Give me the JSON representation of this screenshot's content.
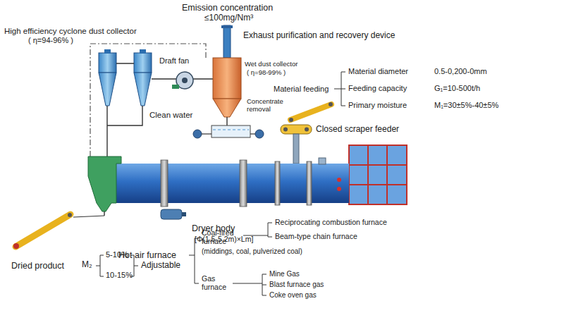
{
  "diagram": {
    "labels": [
      "Emission concentration",
      "≤100mg/Nm³",
      "High efficiency cyclone dust collector",
      "( η=94-96% )",
      "Exhaust purification and recovery device",
      "Draft fan",
      "Wet dust collector",
      "( η=98-99% )",
      "Material diameter",
      "0.5-0,200-0mm",
      "Material feeding",
      "Feeding capacity",
      "G₁=10-500t/h",
      "Primary moisture",
      "M₁=30±5%-40±5%",
      "Concentrate removal",
      "Clean water",
      "Closed scraper feeder",
      "Dryer body",
      "[Φ(1.5-5.2m)×Lm]",
      "Hot air furnace",
      "Coal-fired furnace",
      "(middings, coal, pulverized coal)",
      "Reciprocating combustion furnace",
      "Beam-type chain furnace",
      "Gas furnace",
      "Mine Gas",
      "Blast furnace gas",
      "Coke oven gas",
      "Dried product",
      "M₂",
      "5-10%",
      "10-15%",
      "Adjustable"
    ]
  }
}
